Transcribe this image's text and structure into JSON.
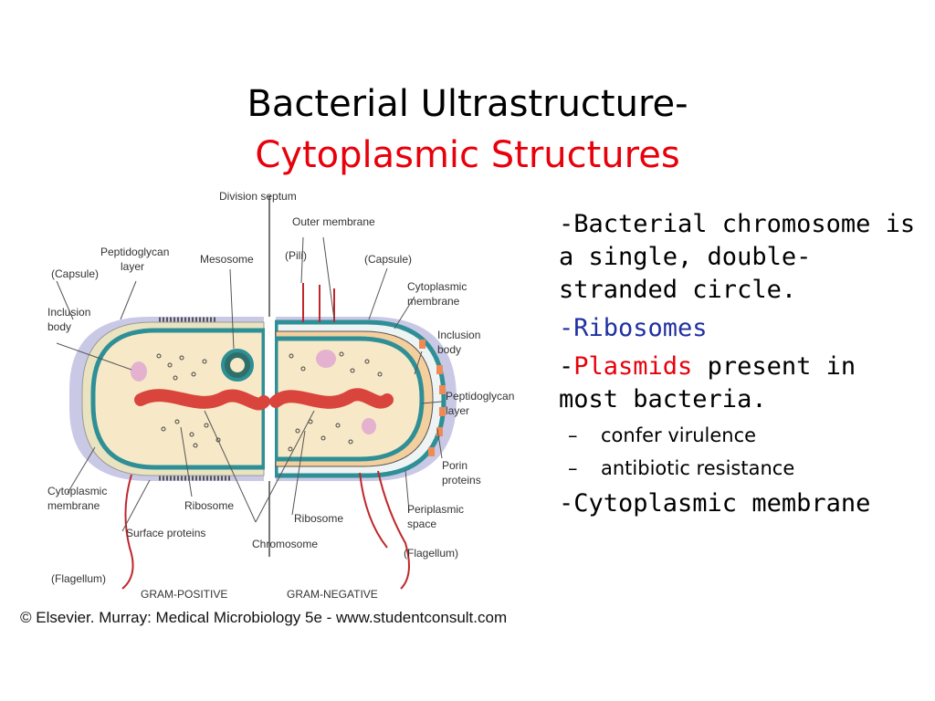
{
  "title": {
    "line1": "Bacterial Ultrastructure-",
    "line2": "Cytoplasmic Structures",
    "line2_color": "#e8000b"
  },
  "bullets": {
    "b1": "-Bacterial chromosome is a single, double-stranded circle.",
    "b2": "-Ribosomes",
    "b2_color": "#2030a0",
    "b3_dash": "-",
    "b3_red": "Plasmids",
    "b3_rest": " present in most bacteria.",
    "sub": [
      {
        "dash": "–",
        "text": "confer virulence"
      },
      {
        "dash": "–",
        "text": "antibiotic resistance"
      }
    ],
    "b4": "-Cytoplasmic membrane"
  },
  "diagram": {
    "labels": {
      "division_septum": "Division septum",
      "outer_membrane": "Outer membrane",
      "peptidoglycan_layer_left": "Peptidoglycan\nlayer",
      "mesosome": "Mesosome",
      "pili": "(Pili)",
      "capsule_top": "(Capsule)",
      "capsule_left": "(Capsule)",
      "cytoplasmic_membrane_right": "Cytoplasmic\nmembrane",
      "inclusion_body_left": "Inclusion\nbody",
      "inclusion_body_right": "Inclusion\nbody",
      "peptidoglycan_layer_right": "Peptidoglycan\nlayer",
      "porin_proteins": "Porin\nproteins",
      "cytoplasmic_membrane_left": "Cytoplasmic\nmembrane",
      "ribosome_left": "Ribosome",
      "ribosome_right": "Ribosome",
      "periplasmic_space": "Periplasmic\nspace",
      "surface_proteins": "Surface proteins",
      "chromosome": "Chromosome",
      "flagellum_right": "(Flagellum)",
      "flagellum_left": "(Flagellum)",
      "gram_positive": "GRAM-POSITIVE",
      "gram_negative": "GRAM-NEGATIVE"
    },
    "caption": "© Elsevier. Murray: Medical Microbiology 5e - www.studentconsult.com",
    "colors": {
      "capsule": "#c9c9e6",
      "cytoplasm": "#f7e9c8",
      "membrane": "#2e8f96",
      "chromosome": "#d9453d",
      "inclusion": "#e4b2cf",
      "flagellum": "#c0262b",
      "porin": "#f08a55"
    }
  }
}
